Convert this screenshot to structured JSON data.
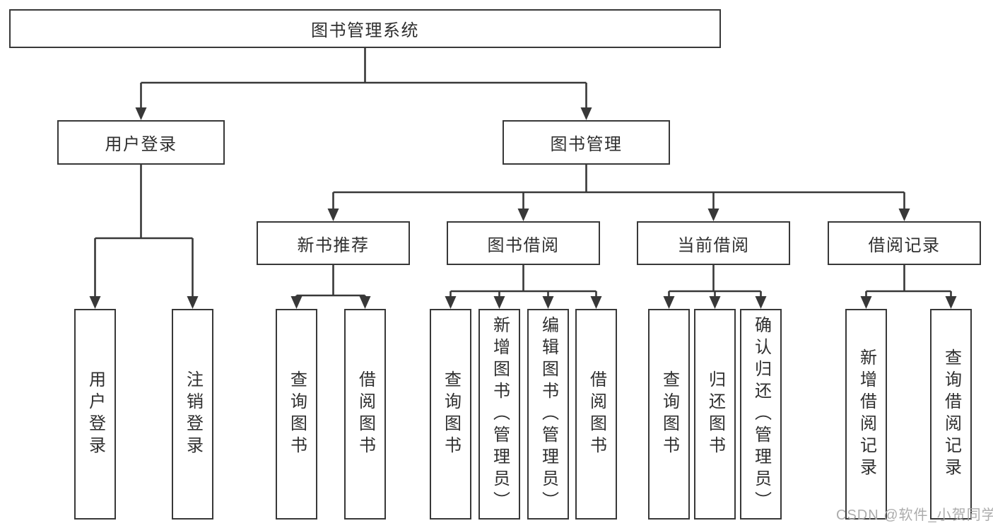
{
  "tree": {
    "root": {
      "label": "图书管理系统"
    },
    "branches": [
      {
        "label": "用户登录",
        "children": [
          {
            "label": "用户登录"
          },
          {
            "label": "注销登录"
          }
        ]
      },
      {
        "label": "图书管理",
        "children": [
          {
            "label": "新书推荐",
            "children": [
              {
                "label": "查询图书"
              },
              {
                "label": "借阅图书"
              }
            ]
          },
          {
            "label": "图书借阅",
            "children": [
              {
                "label": "查询图书"
              },
              {
                "label": "新增图书（管理员）"
              },
              {
                "label": "编辑图书（管理员）"
              },
              {
                "label": "借阅图书"
              }
            ]
          },
          {
            "label": "当前借阅",
            "children": [
              {
                "label": "查询图书"
              },
              {
                "label": "归还图书"
              },
              {
                "label": "确认归还（管理员）"
              }
            ]
          },
          {
            "label": "借阅记录",
            "children": [
              {
                "label": "新增借阅记录"
              },
              {
                "label": "查询借阅记录"
              }
            ]
          }
        ]
      }
    ]
  },
  "watermark": "CSDN @软件_小贺同学",
  "colors": {
    "line": "#383838",
    "box_border": "#383838",
    "text": "#2f2f2f",
    "background": "#ffffff",
    "watermark": "#a8a8a8"
  }
}
